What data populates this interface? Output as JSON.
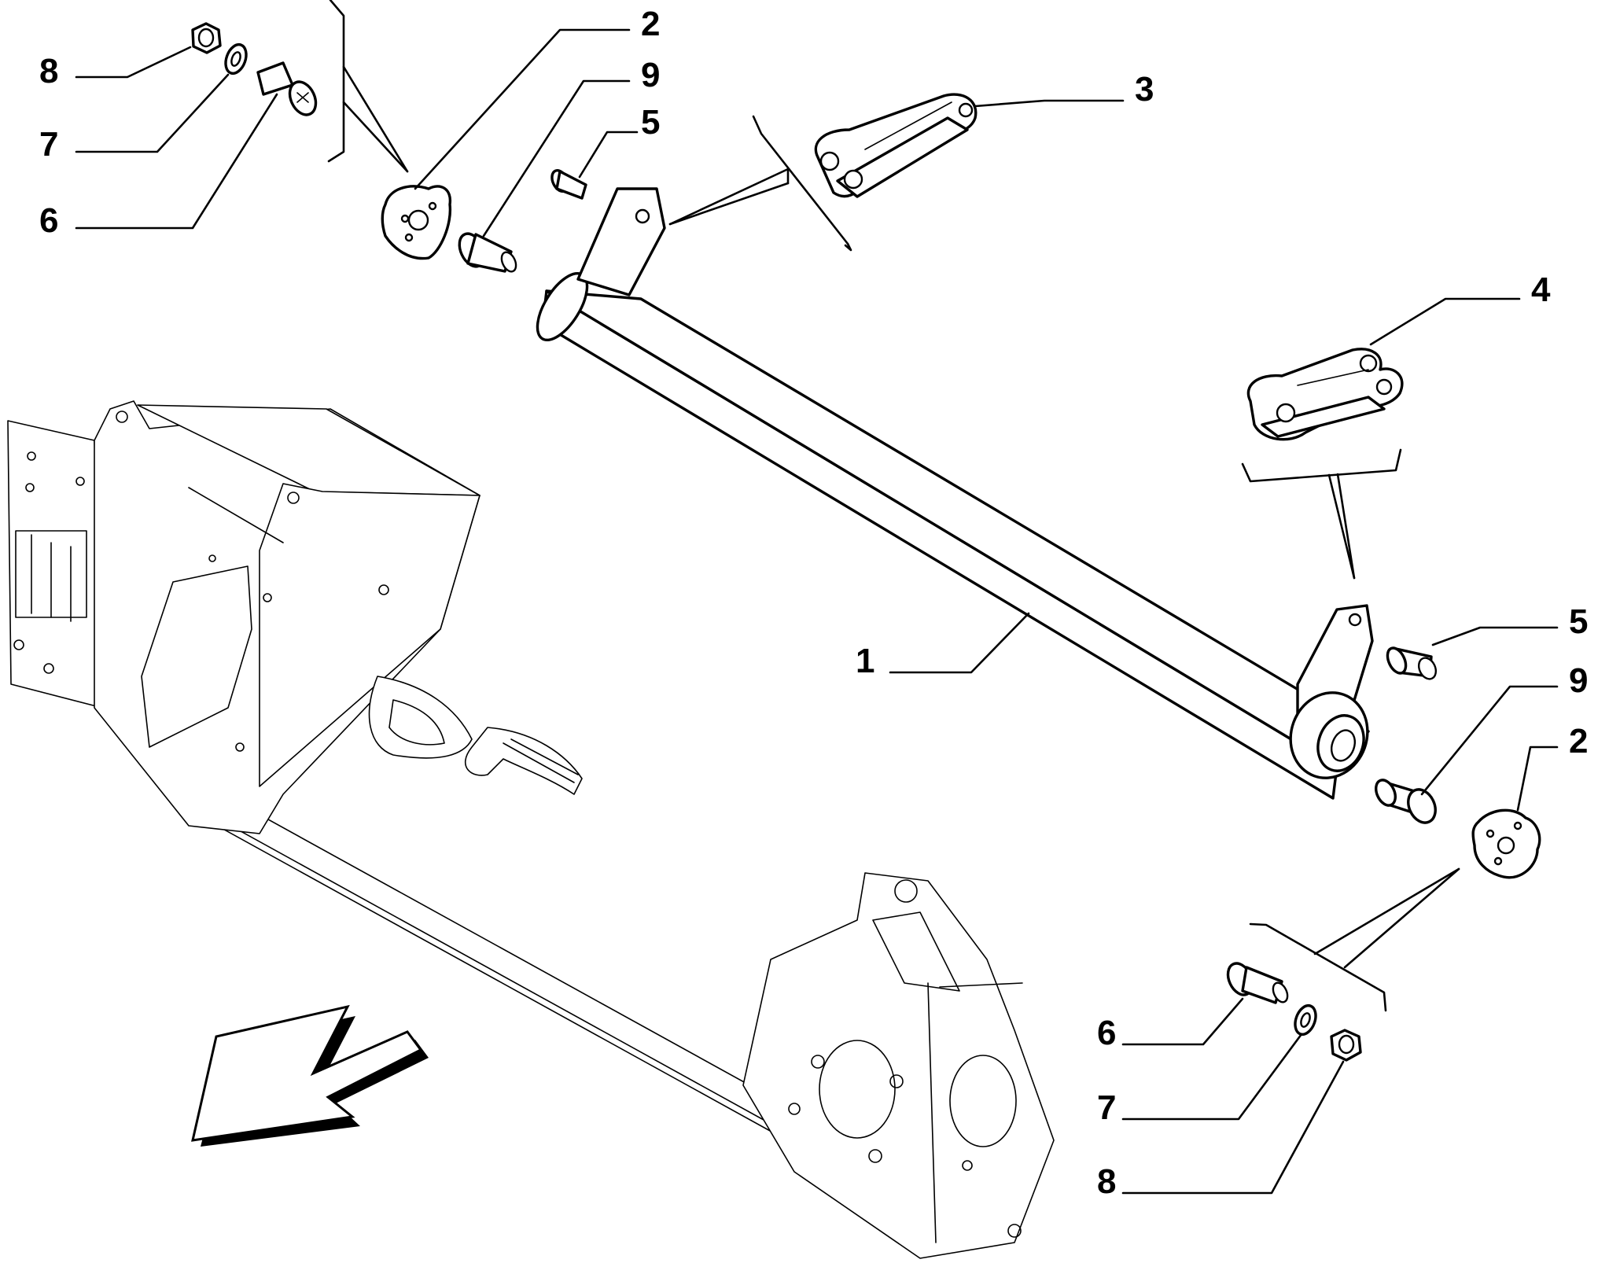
{
  "callouts": [
    {
      "id": "c-8a",
      "text": "8"
    },
    {
      "id": "c-7a",
      "text": "7"
    },
    {
      "id": "c-6a",
      "text": "6"
    },
    {
      "id": "c-2a",
      "text": "2"
    },
    {
      "id": "c-9a",
      "text": "9"
    },
    {
      "id": "c-5a",
      "text": "5"
    },
    {
      "id": "c-3",
      "text": "3"
    },
    {
      "id": "c-4",
      "text": "4"
    },
    {
      "id": "c-1",
      "text": "1"
    },
    {
      "id": "c-5b",
      "text": "5"
    },
    {
      "id": "c-9b",
      "text": "9"
    },
    {
      "id": "c-2b",
      "text": "2"
    },
    {
      "id": "c-6b",
      "text": "6"
    },
    {
      "id": "c-7b",
      "text": "7"
    },
    {
      "id": "c-8b",
      "text": "8"
    }
  ],
  "icons": {
    "direction_arrow": "front-direction-arrow-icon"
  }
}
